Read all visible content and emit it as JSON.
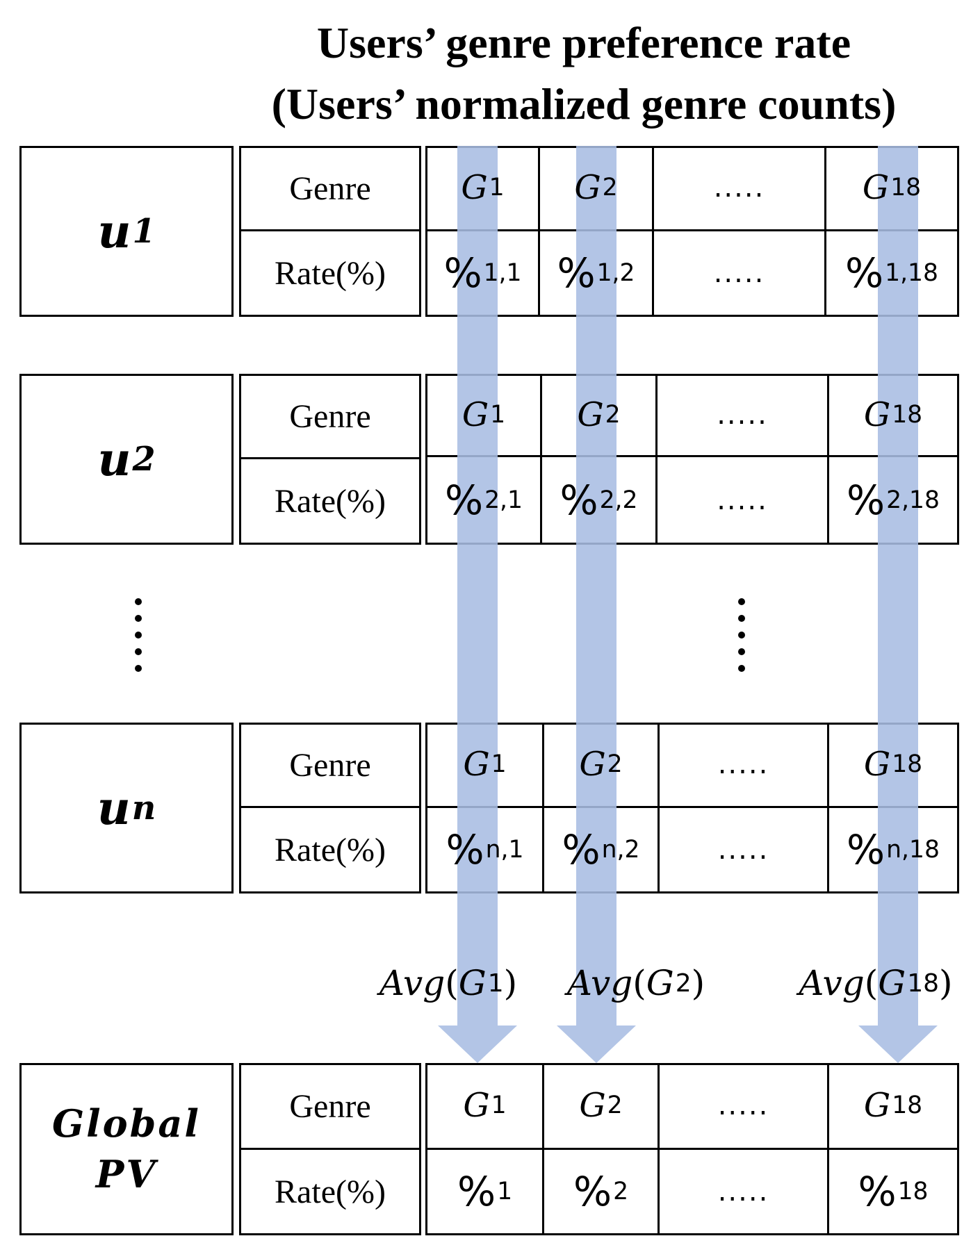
{
  "title": {
    "line1": "Users’ genre preference rate",
    "line2": "(Users’ normalized genre counts)"
  },
  "labels": {
    "genre": "Genre",
    "rate": "Rate(%)",
    "ellipsis": ".....",
    "percent": "%"
  },
  "genres": [
    {
      "letter": "G",
      "sub": "1"
    },
    {
      "letter": "G",
      "sub": "2"
    },
    {
      "letter": "G",
      "sub": "18"
    }
  ],
  "users": [
    {
      "letter": "u",
      "sub": "1",
      "rate_subs": [
        "1,1",
        "1,2",
        "1,18"
      ]
    },
    {
      "letter": "u",
      "sub": "2",
      "rate_subs": [
        "2,1",
        "2,2",
        "2,18"
      ]
    },
    {
      "letter": "u",
      "sub": "n",
      "rate_subs": [
        "n,1",
        "n,2",
        "n,18"
      ]
    }
  ],
  "averages": [
    {
      "fn": "Avg",
      "arg": "G",
      "sub": "1"
    },
    {
      "fn": "Avg",
      "arg": "G",
      "sub": "2"
    },
    {
      "fn": "Avg",
      "arg": "G",
      "sub": "18"
    }
  ],
  "global": {
    "line1": "Global",
    "line2": "PV",
    "rate_subs": [
      "1",
      "2",
      "18"
    ]
  },
  "colors": {
    "arrow": "#a9bde2",
    "border": "#000000"
  }
}
